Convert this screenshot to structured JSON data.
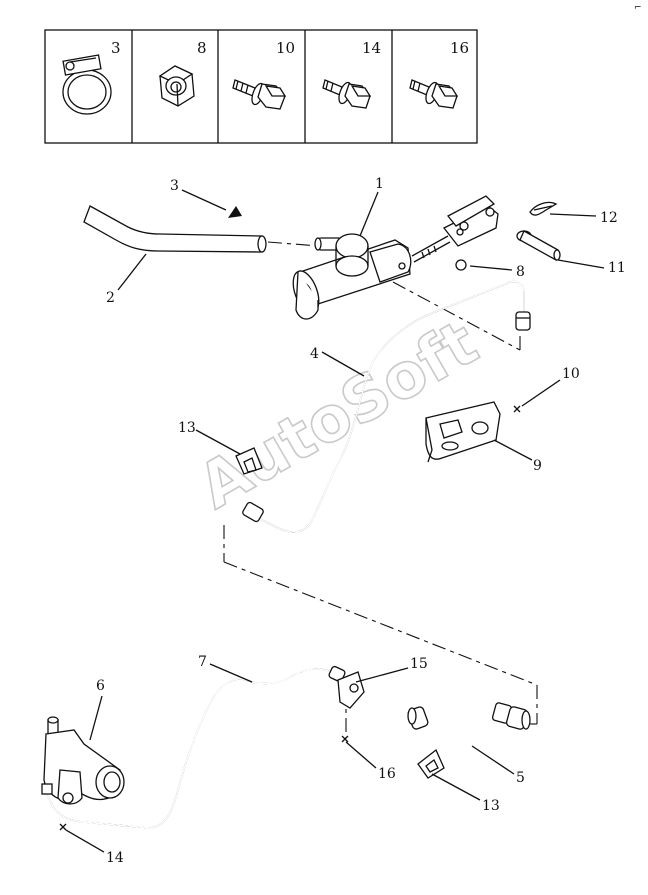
{
  "legend": [
    {
      "number": "3",
      "icon": "hose-clamp-icon"
    },
    {
      "number": "8",
      "icon": "hex-nut-icon"
    },
    {
      "number": "10",
      "icon": "flange-bolt-icon"
    },
    {
      "number": "14",
      "icon": "flange-bolt-icon"
    },
    {
      "number": "16",
      "icon": "flange-bolt-icon"
    }
  ],
  "callouts": {
    "c1": "1",
    "c2": "2",
    "c3": "3",
    "c4": "4",
    "c5": "5",
    "c6": "6",
    "c7": "7",
    "c8": "8",
    "c9": "9",
    "c10": "10",
    "c11": "11",
    "c12": "12",
    "c13a": "13",
    "c13b": "13",
    "c14": "14",
    "c15": "15",
    "c16": "16"
  },
  "watermark": "AutoSoft",
  "corner_mark": "⌐"
}
